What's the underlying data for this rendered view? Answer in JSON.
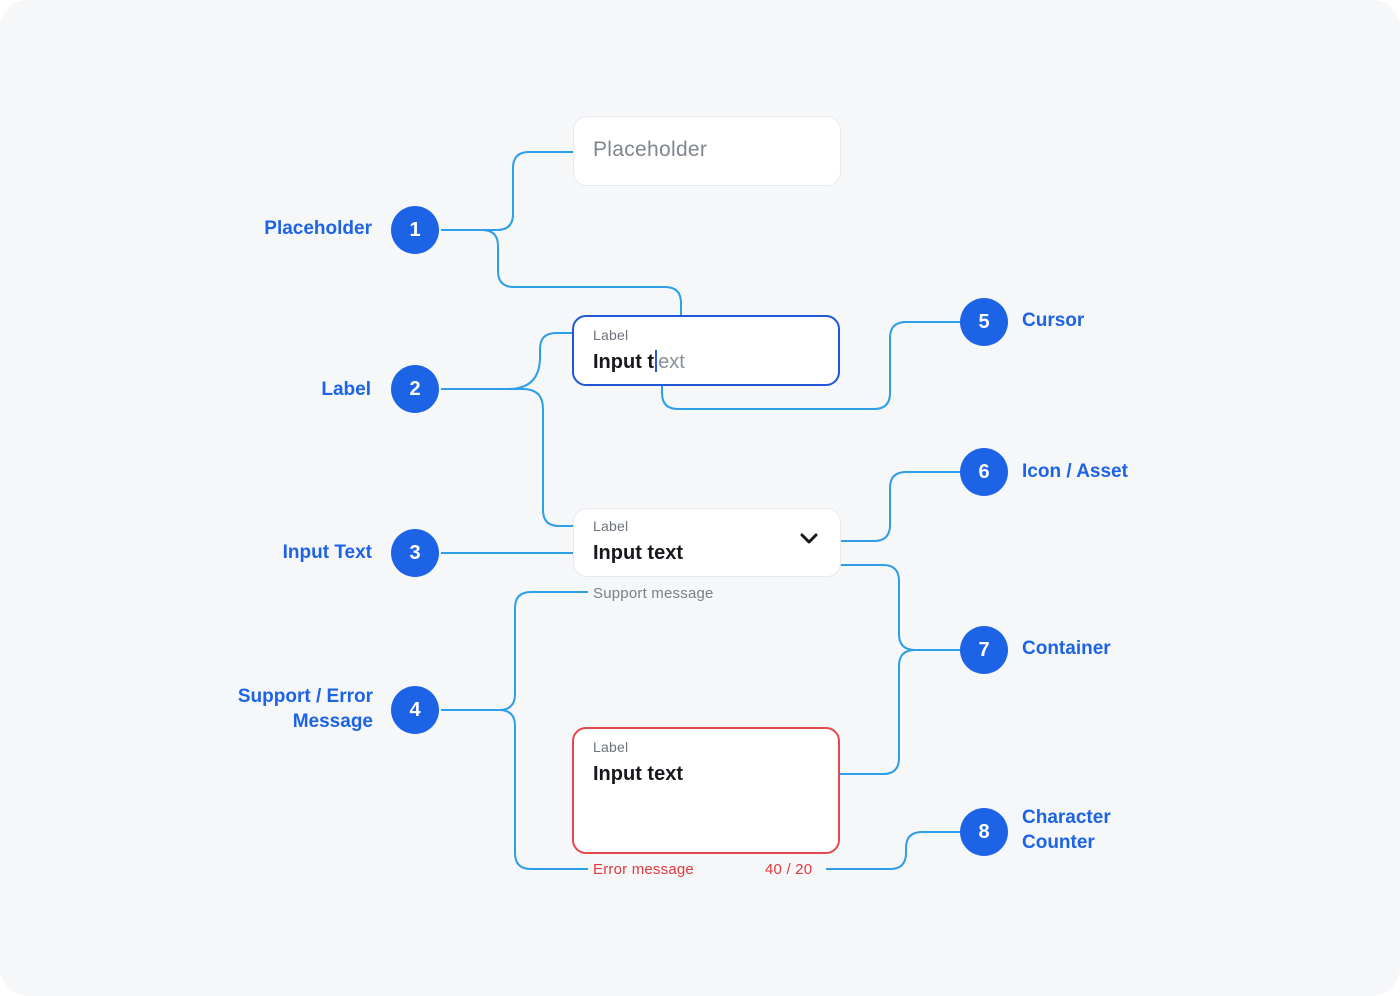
{
  "fields": {
    "placeholder_field": {
      "placeholder": "Placeholder"
    },
    "focused_field": {
      "label": "Label",
      "value_typed": "Input t",
      "value_rest": "ext"
    },
    "dropdown_field": {
      "label": "Label",
      "value": "Input text",
      "icon": "chevron-down-icon"
    },
    "support_message": "Support message",
    "error_field": {
      "label": "Label",
      "value": "Input text"
    },
    "error_message": "Error message",
    "char_counter": "40 / 20"
  },
  "callouts": [
    {
      "number": "1",
      "line1": "Placeholder",
      "line2": ""
    },
    {
      "number": "2",
      "line1": "Label",
      "line2": ""
    },
    {
      "number": "3",
      "line1": "Input Text",
      "line2": ""
    },
    {
      "number": "4",
      "line1": "Support / Error",
      "line2": "Message"
    },
    {
      "number": "5",
      "line1": "Cursor",
      "line2": ""
    },
    {
      "number": "6",
      "line1": "Icon / Asset",
      "line2": ""
    },
    {
      "number": "7",
      "line1": "Container",
      "line2": ""
    },
    {
      "number": "8",
      "line1": "Character",
      "line2": "Counter"
    }
  ],
  "colors": {
    "accent": "#1c63e6",
    "connector": "#2d9ee8",
    "focus_border": "#1f57d6",
    "error": "#e5484d"
  }
}
